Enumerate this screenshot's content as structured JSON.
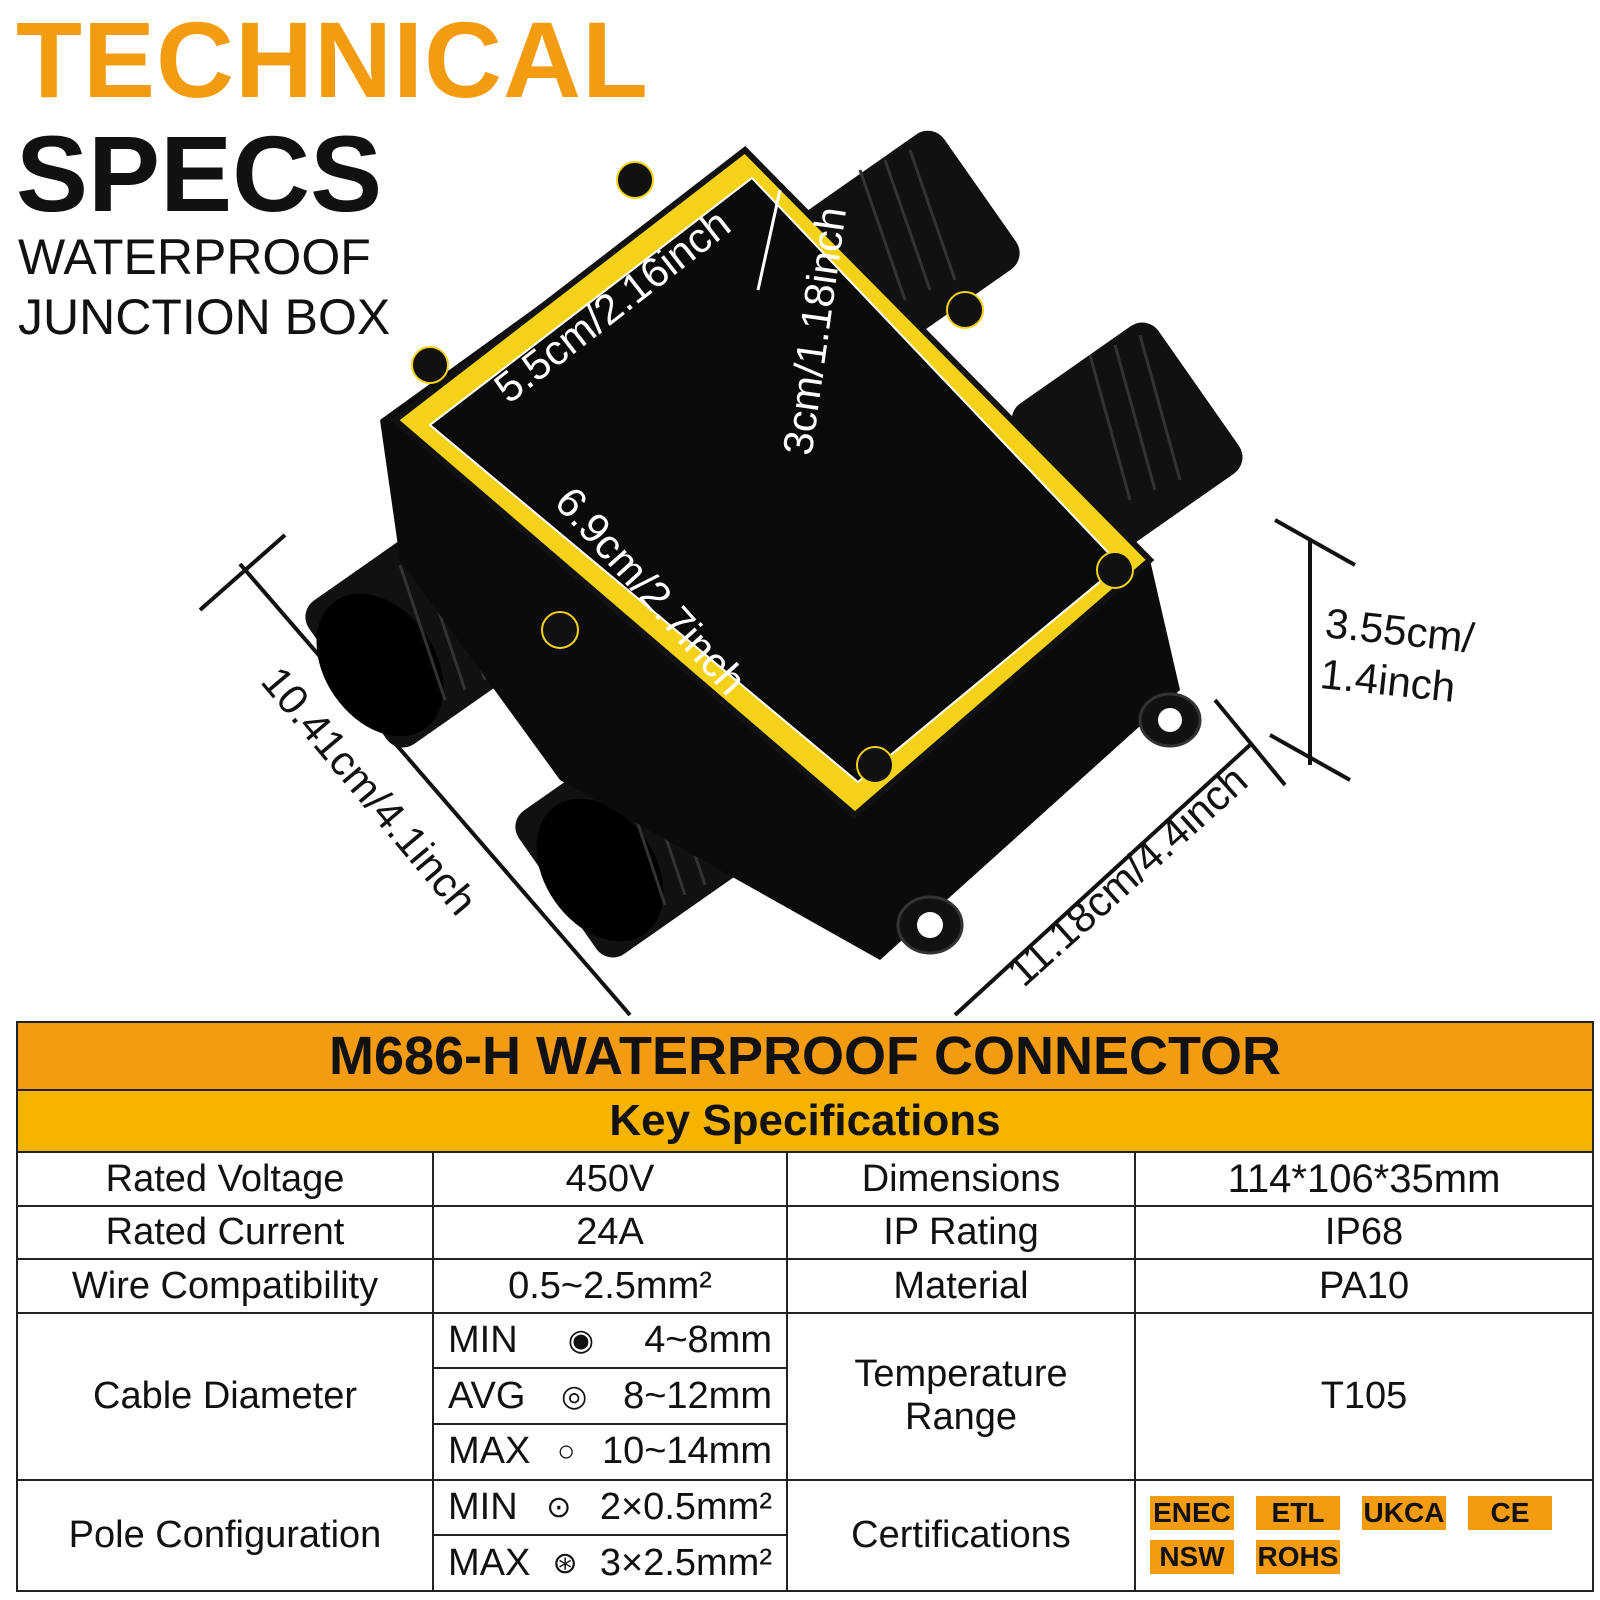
{
  "title": {
    "line1": "TECHNICAL",
    "line2": "SPECS"
  },
  "subtitle": {
    "line1": "WATERPROOF",
    "line2": "JUNCTION BOX"
  },
  "dimensions": {
    "top_width": "5.5cm/2.16inch",
    "depth": "3cm/1.18inch",
    "inner_length": "6.9cm/2.7inch",
    "outer_length": "10.41cm/4.1inch",
    "outer_width": "11.18cm/4.4inch",
    "height_line1": "3.55cm/",
    "height_line2": "1.4inch"
  },
  "table": {
    "title": "M686-H WATERPROOF CONNECTOR",
    "subtitle": "Key Specifications",
    "rows": [
      {
        "label": "Rated Voltage",
        "value": "450V",
        "label2": "Dimensions",
        "value2": "114*106*35mm"
      },
      {
        "label": "Rated Current",
        "value": "24A",
        "label2": "IP Rating",
        "value2": "IP68"
      },
      {
        "label": "Wire Compatibility",
        "value": "0.5~2.5mm²",
        "label2": "Material",
        "value2": "PA10"
      }
    ],
    "cable": {
      "label": "Cable Diameter",
      "items": [
        {
          "tag": "MIN",
          "symbol": "◉",
          "value": "4~8mm"
        },
        {
          "tag": "AVG",
          "symbol": "◎",
          "value": "8~12mm"
        },
        {
          "tag": "MAX",
          "symbol": "○",
          "value": "10~14mm"
        }
      ],
      "label2_line1": "Temperature",
      "label2_line2": "Range",
      "value2": "T105"
    },
    "pole": {
      "label": "Pole Configuration",
      "items": [
        {
          "tag": "MIN",
          "symbol": "⊙",
          "value": "2×0.5mm²"
        },
        {
          "tag": "MAX",
          "symbol": "⊛",
          "value": "3×2.5mm²"
        }
      ],
      "label2": "Certifications",
      "certs": [
        "ENEC",
        "ETL",
        "UKCA",
        "CE",
        "NSW",
        "ROHS"
      ]
    }
  },
  "colors": {
    "orange": "#f39c12",
    "amber": "#f5b400",
    "seal_yellow": "#f5d21a",
    "body_black": "#0a0a0a"
  }
}
